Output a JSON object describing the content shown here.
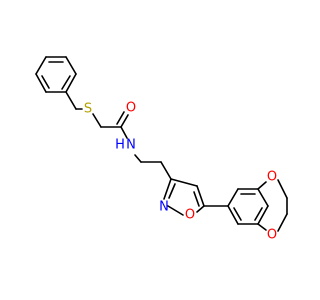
{
  "molecule": {
    "atom_labels": {
      "sulfur": "S",
      "carbonyl_oxygen": "O",
      "amide_nitrogen": "N",
      "amide_hydrogen": "H",
      "isoxazole_nitrogen": "N",
      "isoxazole_oxygen": "O",
      "dioxole_oxygen_top": "O",
      "dioxole_oxygen_bottom": "O"
    },
    "colors": {
      "bond": "#000000",
      "sulfur": "#b3a100",
      "oxygen": "#ff0000",
      "nitrogen": "#0000ff"
    }
  }
}
